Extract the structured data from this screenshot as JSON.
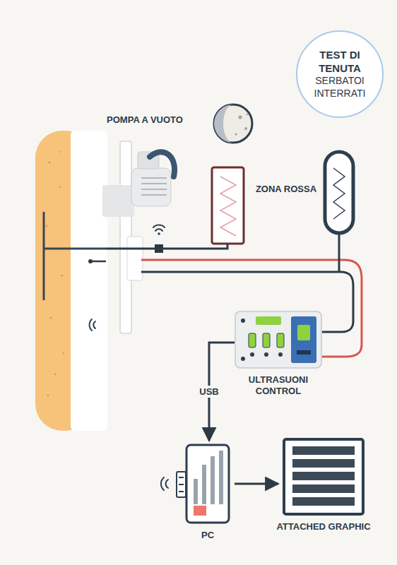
{
  "diagram": {
    "nodes": [
      {
        "text": [
          "TEST DI TENUTA",
          "SERBATOI INTERRATI"
        ]
      },
      {
        "text": [
          "ULTRASUONI CONTROL"
        ]
      },
      {
        "text": [
          "PC"
        ]
      },
      {
        "text": [
          "ATTACHED GRAPHIC"
        ]
      }
    ],
    "edges": [
      {
        "from": 1,
        "to": 2,
        "label": "USB",
        "arrow": "to"
      },
      {
        "from": 2,
        "to": 3,
        "arrow": "to"
      }
    ],
    "labels": [
      "POMPA A VUOTO",
      "ZONA ROSSA"
    ]
  }
}
